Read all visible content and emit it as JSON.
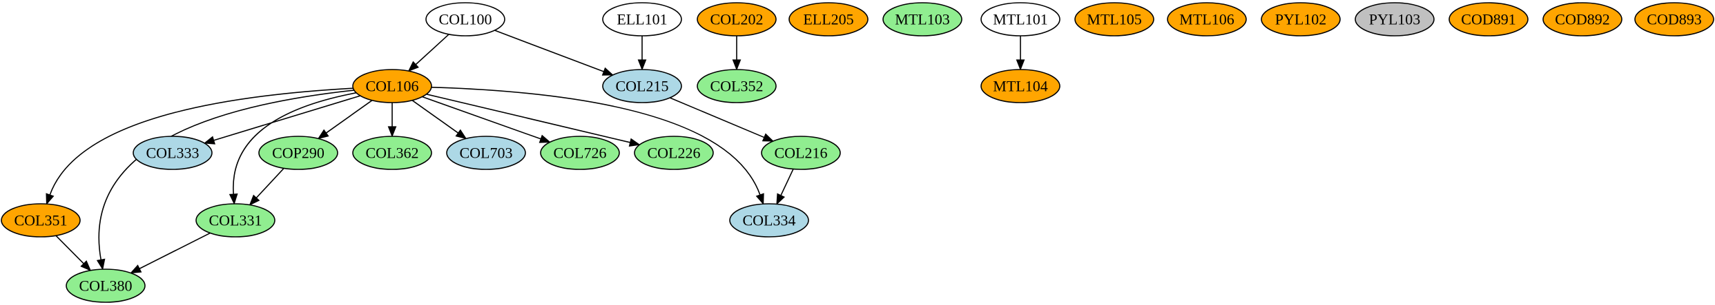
{
  "colors": {
    "orange": "#ffa500",
    "lightgreen": "#90ee90",
    "lightblue": "#add8e6",
    "white": "#ffffff",
    "gray": "#c0c0c0"
  },
  "nodes": [
    {
      "id": "COL100",
      "label": "COL100",
      "fill": "white"
    },
    {
      "id": "ELL101",
      "label": "ELL101",
      "fill": "white"
    },
    {
      "id": "COL202",
      "label": "COL202",
      "fill": "orange"
    },
    {
      "id": "ELL205",
      "label": "ELL205",
      "fill": "orange"
    },
    {
      "id": "MTL103",
      "label": "MTL103",
      "fill": "lightgreen"
    },
    {
      "id": "MTL101",
      "label": "MTL101",
      "fill": "white"
    },
    {
      "id": "MTL105",
      "label": "MTL105",
      "fill": "orange"
    },
    {
      "id": "MTL106",
      "label": "MTL106",
      "fill": "orange"
    },
    {
      "id": "PYL102",
      "label": "PYL102",
      "fill": "orange"
    },
    {
      "id": "PYL103",
      "label": "PYL103",
      "fill": "gray"
    },
    {
      "id": "COD891",
      "label": "COD891",
      "fill": "orange"
    },
    {
      "id": "COD892",
      "label": "COD892",
      "fill": "orange"
    },
    {
      "id": "COD893",
      "label": "COD893",
      "fill": "orange"
    },
    {
      "id": "COL106",
      "label": "COL106",
      "fill": "orange"
    },
    {
      "id": "COL215",
      "label": "COL215",
      "fill": "lightblue"
    },
    {
      "id": "COL352",
      "label": "COL352",
      "fill": "lightgreen"
    },
    {
      "id": "MTL104",
      "label": "MTL104",
      "fill": "orange"
    },
    {
      "id": "COL333",
      "label": "COL333",
      "fill": "lightblue"
    },
    {
      "id": "COP290",
      "label": "COP290",
      "fill": "lightgreen"
    },
    {
      "id": "COL362",
      "label": "COL362",
      "fill": "lightgreen"
    },
    {
      "id": "COL703",
      "label": "COL703",
      "fill": "lightblue"
    },
    {
      "id": "COL726",
      "label": "COL726",
      "fill": "lightgreen"
    },
    {
      "id": "COL226",
      "label": "COL226",
      "fill": "lightgreen"
    },
    {
      "id": "COL216",
      "label": "COL216",
      "fill": "lightgreen"
    },
    {
      "id": "COL351",
      "label": "COL351",
      "fill": "orange"
    },
    {
      "id": "COL331",
      "label": "COL331",
      "fill": "lightgreen"
    },
    {
      "id": "COL334",
      "label": "COL334",
      "fill": "lightblue"
    },
    {
      "id": "COL380",
      "label": "COL380",
      "fill": "lightgreen"
    }
  ],
  "edges": [
    {
      "from": "COL100",
      "to": "COL106"
    },
    {
      "from": "COL100",
      "to": "COL215"
    },
    {
      "from": "ELL101",
      "to": "COL215"
    },
    {
      "from": "COL202",
      "to": "COL352"
    },
    {
      "from": "MTL101",
      "to": "MTL104"
    },
    {
      "from": "COL106",
      "to": "COL333"
    },
    {
      "from": "COL106",
      "to": "COP290"
    },
    {
      "from": "COL106",
      "to": "COL362"
    },
    {
      "from": "COL106",
      "to": "COL703"
    },
    {
      "from": "COL106",
      "to": "COL726"
    },
    {
      "from": "COL106",
      "to": "COL226"
    },
    {
      "from": "COL106",
      "to": "COL351"
    },
    {
      "from": "COL106",
      "to": "COL380"
    },
    {
      "from": "COL106",
      "to": "COL331"
    },
    {
      "from": "COL106",
      "to": "COL334"
    },
    {
      "from": "COL215",
      "to": "COL216"
    },
    {
      "from": "COL216",
      "to": "COL334"
    },
    {
      "from": "COP290",
      "to": "COL331"
    },
    {
      "from": "COL351",
      "to": "COL380"
    },
    {
      "from": "COL331",
      "to": "COL380"
    }
  ]
}
